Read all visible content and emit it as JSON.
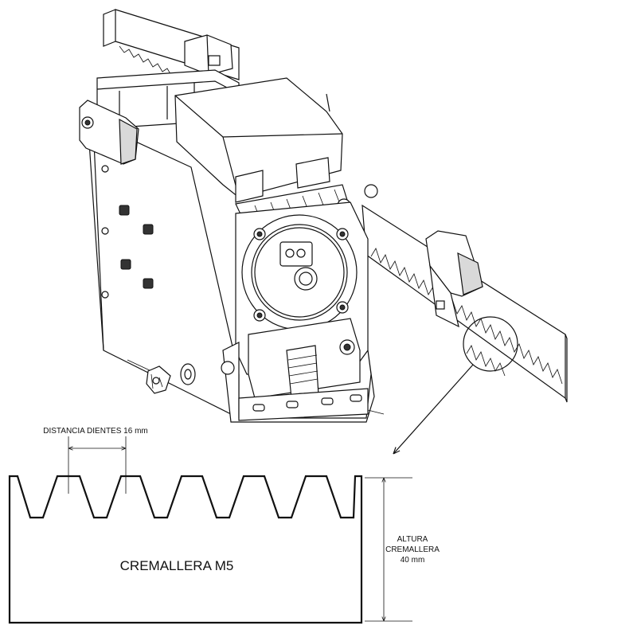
{
  "labels": {
    "tooth_distance": "DISTANCIA DIENTES 16 mm",
    "rack_name": "CREMALLERA M5",
    "height_line1": "ALTURA",
    "height_line2": "CREMALLERA",
    "height_line3": "40 mm"
  }
}
